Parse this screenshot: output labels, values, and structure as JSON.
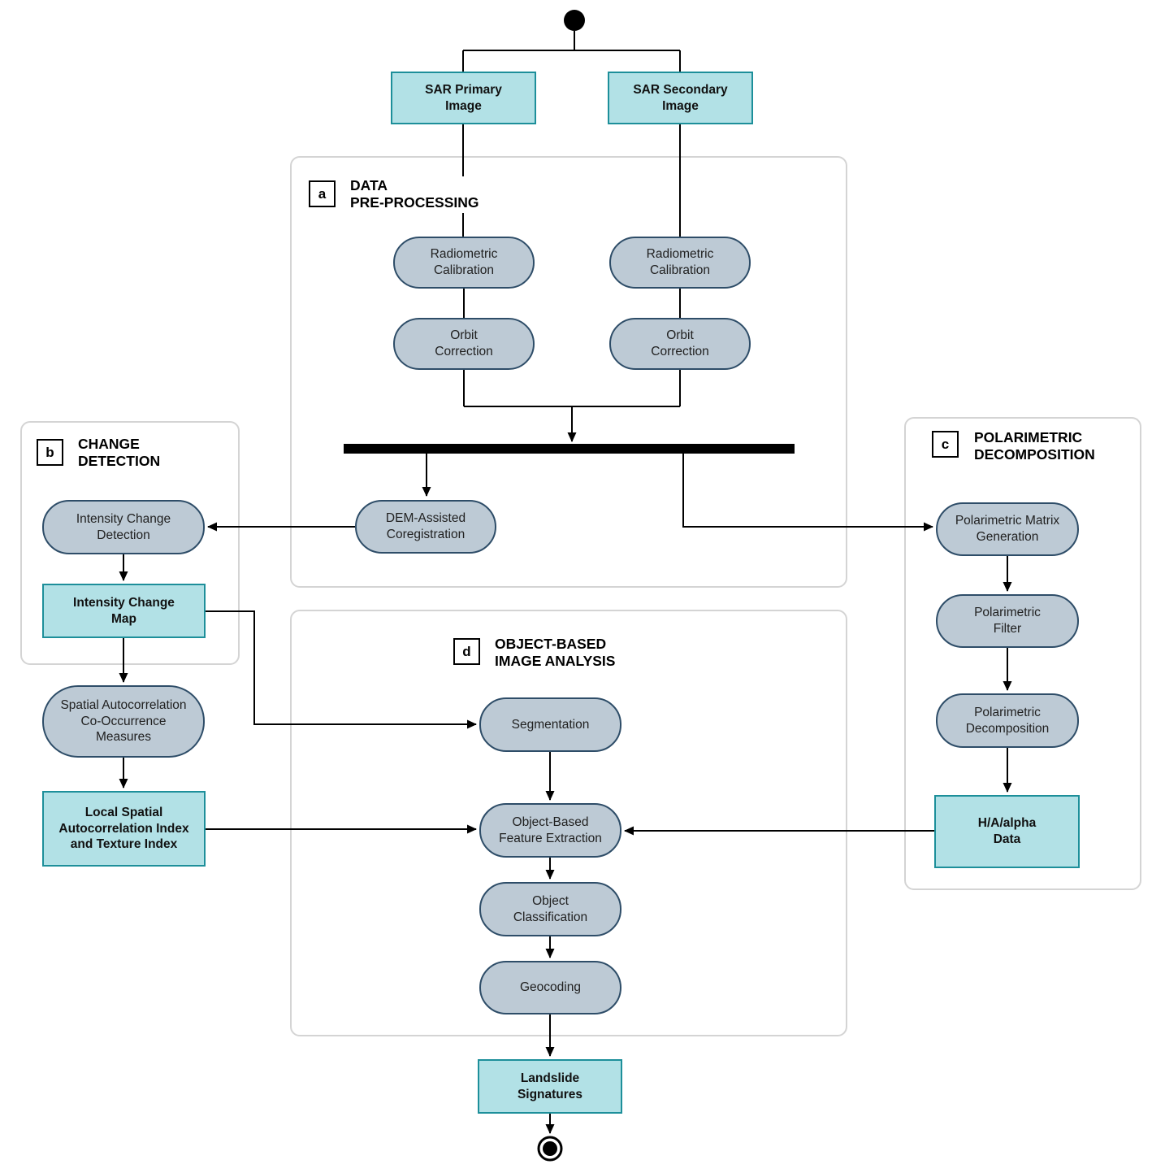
{
  "diagram": {
    "type": "activity-flowchart",
    "topic": "SAR landslide detection processing workflow"
  },
  "colors": {
    "process_fill": "#bdcad5",
    "process_border": "#2e4d68",
    "data_fill": "#b2e1e6",
    "data_border": "#1d8f9a",
    "section_border": "#d4d4d4",
    "edge": "#000000"
  },
  "sections": {
    "a": {
      "letter": "a",
      "title": "DATA\nPRE-PROCESSING"
    },
    "b": {
      "letter": "b",
      "title": "CHANGE\nDETECTION"
    },
    "c": {
      "letter": "c",
      "title": "POLARIMETRIC\nDECOMPOSITION"
    },
    "d": {
      "letter": "d",
      "title": "OBJECT-BASED\nIMAGE ANALYSIS"
    }
  },
  "nodes": {
    "sar_primary": {
      "label": "SAR Primary\nImage",
      "kind": "data"
    },
    "sar_secondary": {
      "label": "SAR Secondary\nImage",
      "kind": "data"
    },
    "radiometric_calibration_primary": {
      "label": "Radiometric\nCalibration",
      "kind": "process"
    },
    "radiometric_calibration_secondary": {
      "label": "Radiometric\nCalibration",
      "kind": "process"
    },
    "orbit_correction_primary": {
      "label": "Orbit\nCorrection",
      "kind": "process"
    },
    "orbit_correction_secondary": {
      "label": "Orbit\nCorrection",
      "kind": "process"
    },
    "dem_assisted_coregistration": {
      "label": "DEM-Assisted\nCoregistration",
      "kind": "process"
    },
    "intensity_change_detection": {
      "label": "Intensity Change\nDetection",
      "kind": "process"
    },
    "intensity_change_map": {
      "label": "Intensity Change\nMap",
      "kind": "data"
    },
    "spatial_autocorrelation": {
      "label": "Spatial Autocorrelation\nCo-Occurrence\nMeasures",
      "kind": "process"
    },
    "local_spatial_index": {
      "label": "Local Spatial\nAutocorrelation Index\nand Texture Index",
      "kind": "data"
    },
    "polarimetric_matrix_generation": {
      "label": "Polarimetric Matrix\nGeneration",
      "kind": "process"
    },
    "polarimetric_filter": {
      "label": "Polarimetric\nFilter",
      "kind": "process"
    },
    "polarimetric_decomposition": {
      "label": "Polarimetric\nDecomposition",
      "kind": "process"
    },
    "ha_alpha_data": {
      "label": "H/A/alpha\nData",
      "kind": "data"
    },
    "segmentation": {
      "label": "Segmentation",
      "kind": "process"
    },
    "object_based_feature_extraction": {
      "label": "Object-Based\nFeature Extraction",
      "kind": "process"
    },
    "object_classification": {
      "label": "Object\nClassification",
      "kind": "process"
    },
    "geocoding": {
      "label": "Geocoding",
      "kind": "process"
    },
    "landslide_signatures": {
      "label": "Landslide\nSignatures",
      "kind": "data"
    }
  }
}
